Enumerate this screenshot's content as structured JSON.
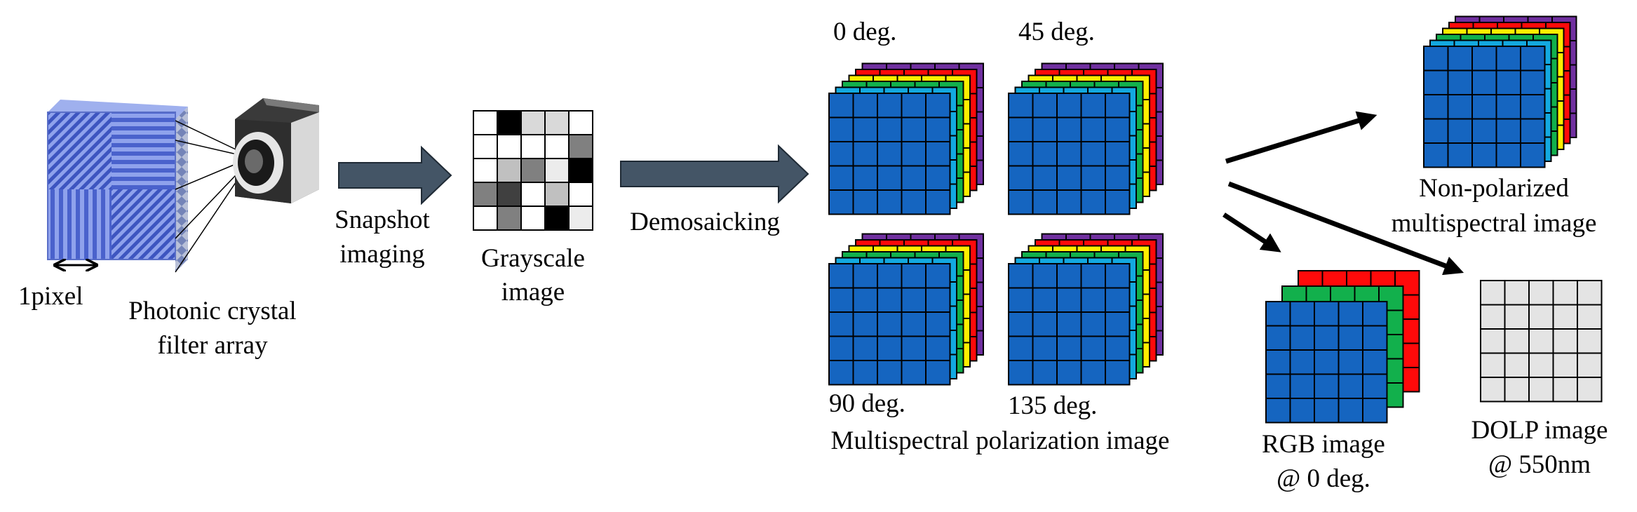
{
  "labels": {
    "pixel": "1pixel",
    "filter_line1": "Photonic crystal",
    "filter_line2": "filter array",
    "snapshot_line1": "Snapshot",
    "snapshot_line2": "imaging",
    "gray_line1": "Grayscale",
    "gray_line2": "image",
    "demosaicking": "Demosaicking",
    "deg0": "0 deg.",
    "deg45": "45 deg.",
    "deg90": "90 deg.",
    "deg135": "135 deg.",
    "msp_caption": "Multispectral polarization image",
    "nonpol_line1": "Non-polarized",
    "nonpol_line2": "multispectral image",
    "rgb_line1": "RGB image",
    "rgb_line2": "@ 0 deg.",
    "dolp_line1": "DOLP image",
    "dolp_line2": "@ 550nm"
  },
  "colors": {
    "arrow_fill": "#445566",
    "blue_layer": "#1565c0",
    "cyan_layer": "#13a9e0",
    "green_layer": "#12b04c",
    "yellow_layer": "#ffee00",
    "red_layer": "#ff0a0a",
    "purple_layer": "#7030a0",
    "dolp_fill": "#e4e4e4",
    "filter_blue": "#6a82de"
  },
  "grayscale_grid": [
    [
      "#ffffff",
      "#000000",
      "#d9d9d9",
      "#d9d9d9",
      "#ffffff"
    ],
    [
      "#ffffff",
      "#ffffff",
      "#ffffff",
      "#ffffff",
      "#808080"
    ],
    [
      "#ffffff",
      "#c0c0c0",
      "#808080",
      "#ececec",
      "#000000"
    ],
    [
      "#808080",
      "#404040",
      "#ffffff",
      "#c0c0c0",
      "#ffffff"
    ],
    [
      "#ffffff",
      "#808080",
      "#ffffff",
      "#000000",
      "#ececec"
    ]
  ]
}
